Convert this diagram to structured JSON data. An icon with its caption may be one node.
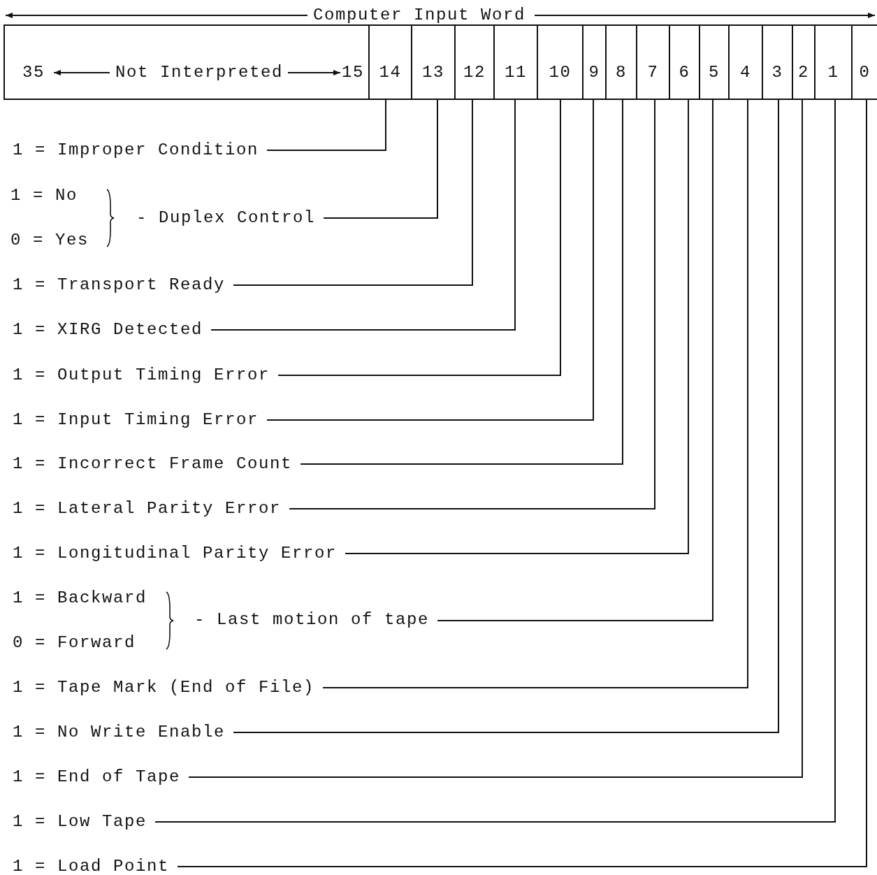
{
  "diagram": {
    "title": "Computer Input Word",
    "nodes": [
      {
        "text": [
          "35",
          "Not Interpreted",
          "15"
        ]
      },
      {
        "text": [
          "14"
        ]
      },
      {
        "text": [
          "13"
        ]
      },
      {
        "text": [
          "12"
        ]
      },
      {
        "text": [
          "11"
        ]
      },
      {
        "text": [
          "10"
        ]
      },
      {
        "text": [
          "9"
        ]
      },
      {
        "text": [
          "8"
        ]
      },
      {
        "text": [
          "7"
        ]
      },
      {
        "text": [
          "6"
        ]
      },
      {
        "text": [
          "5"
        ]
      },
      {
        "text": [
          "4"
        ]
      },
      {
        "text": [
          "3"
        ]
      },
      {
        "text": [
          "2"
        ]
      },
      {
        "text": [
          "1"
        ]
      },
      {
        "text": [
          "0"
        ]
      },
      {
        "text": [
          "1 = Improper Condition"
        ]
      },
      {
        "text": [
          "1 = No",
          "0 = Yes",
          "- Duplex Control"
        ]
      },
      {
        "text": [
          "1 = Transport Ready"
        ]
      },
      {
        "text": [
          "1 = XIRG Detected"
        ]
      },
      {
        "text": [
          "1 = Output Timing Error"
        ]
      },
      {
        "text": [
          "1 = Input Timing Error"
        ]
      },
      {
        "text": [
          "1 = Incorrect Frame Count"
        ]
      },
      {
        "text": [
          "1 = Lateral Parity Error"
        ]
      },
      {
        "text": [
          "1 = Longitudinal Parity Error"
        ]
      },
      {
        "text": [
          "1 = Backward",
          "0 = Forward",
          "- Last motion of tape"
        ]
      },
      {
        "text": [
          "1 = Tape Mark (End of File)"
        ]
      },
      {
        "text": [
          "1 = No Write Enable"
        ]
      },
      {
        "text": [
          "1 = End of Tape"
        ]
      },
      {
        "text": [
          "1 = Low Tape"
        ]
      },
      {
        "text": [
          "1 = Load Point"
        ]
      }
    ],
    "edges": [
      {
        "from": 16,
        "to": 1,
        "arrow": "none"
      },
      {
        "from": 17,
        "to": 2,
        "arrow": "none"
      },
      {
        "from": 18,
        "to": 3,
        "arrow": "none"
      },
      {
        "from": 19,
        "to": 4,
        "arrow": "none"
      },
      {
        "from": 20,
        "to": 5,
        "arrow": "none"
      },
      {
        "from": 21,
        "to": 6,
        "arrow": "none"
      },
      {
        "from": 22,
        "to": 7,
        "arrow": "none"
      },
      {
        "from": 23,
        "to": 8,
        "arrow": "none"
      },
      {
        "from": 24,
        "to": 9,
        "arrow": "none"
      },
      {
        "from": 25,
        "to": 10,
        "arrow": "none"
      },
      {
        "from": 26,
        "to": 11,
        "arrow": "none"
      },
      {
        "from": 27,
        "to": 12,
        "arrow": "none"
      },
      {
        "from": 28,
        "to": 13,
        "arrow": "none"
      },
      {
        "from": 29,
        "to": 14,
        "arrow": "none"
      },
      {
        "from": 30,
        "to": 15,
        "arrow": "none"
      }
    ]
  }
}
